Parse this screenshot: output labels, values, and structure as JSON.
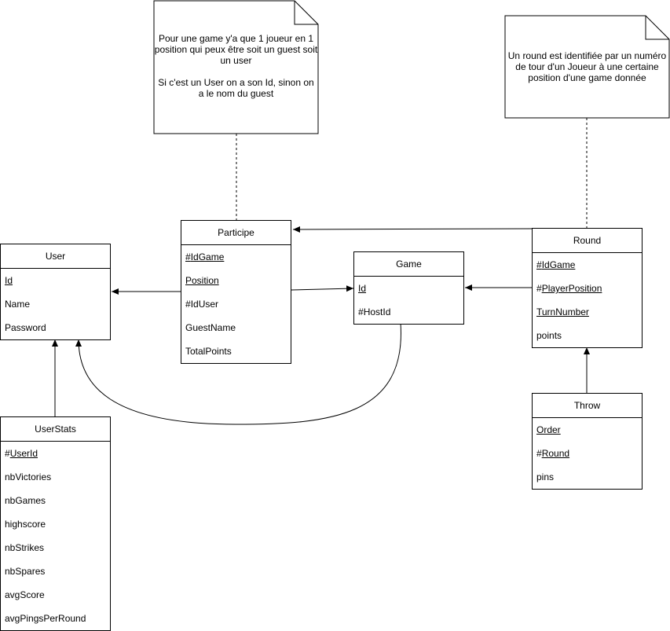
{
  "entities": {
    "user": {
      "title": "User",
      "attributes": [
        {
          "prefix": "",
          "name": "Id",
          "underline": true
        },
        {
          "prefix": "",
          "name": "Name",
          "underline": false
        },
        {
          "prefix": "",
          "name": "Password",
          "underline": false
        }
      ]
    },
    "participe": {
      "title": "Participe",
      "attributes": [
        {
          "prefix": "#",
          "name": "IdGame",
          "underline": true
        },
        {
          "prefix": "",
          "name": "Position",
          "underline": true
        },
        {
          "prefix": "#",
          "name": "IdUser",
          "underline": false
        },
        {
          "prefix": "",
          "name": "GuestName",
          "underline": false
        },
        {
          "prefix": "",
          "name": "TotalPoints",
          "underline": false
        }
      ]
    },
    "game": {
      "title": "Game",
      "attributes": [
        {
          "prefix": "",
          "name": "Id",
          "underline": true
        },
        {
          "prefix": "#",
          "name": "HostId",
          "underline": false
        }
      ]
    },
    "round": {
      "title": "Round",
      "attributes": [
        {
          "prefix": "#",
          "name": "IdGame",
          "underline": true
        },
        {
          "prefix": "#",
          "name": "PlayerPosition",
          "underline": true
        },
        {
          "prefix": "",
          "name": "TurnNumber",
          "underline": true
        },
        {
          "prefix": "",
          "name": "points",
          "underline": false
        }
      ]
    },
    "throw": {
      "title": "Throw",
      "attributes": [
        {
          "prefix": "",
          "name": "Order",
          "underline": true
        },
        {
          "prefix": "#",
          "name": "Round",
          "underline": true
        },
        {
          "prefix": "",
          "name": "pins",
          "underline": false
        }
      ]
    },
    "userstats": {
      "title": "UserStats",
      "attributes": [
        {
          "prefix": "#",
          "name": "UserId",
          "underline": true
        },
        {
          "prefix": "",
          "name": "nbVictories",
          "underline": false
        },
        {
          "prefix": "",
          "name": "nbGames",
          "underline": false
        },
        {
          "prefix": "",
          "name": "highscore",
          "underline": false
        },
        {
          "prefix": "",
          "name": "nbStrikes",
          "underline": false
        },
        {
          "prefix": "",
          "name": "nbSpares",
          "underline": false
        },
        {
          "prefix": "",
          "name": "avgScore",
          "underline": false
        },
        {
          "prefix": "",
          "name": "avgPingsPerRound",
          "underline": false
        }
      ]
    }
  },
  "notes": {
    "participe_note": {
      "line1": "Pour une game y'a que 1 joueur en 1",
      "line2": "position qui peux être soit un guest soit",
      "line3": "un user",
      "line4": "Si c'est un User on a son Id, sinon on",
      "line5": "a le nom du guest"
    },
    "round_note": {
      "line1": "Un round est identifiée par un numéro",
      "line2": "de tour d'un Joueur à une certaine",
      "line3": "position d'une game donnée"
    }
  },
  "colors": {
    "stroke": "#000000",
    "background": "#ffffff"
  }
}
